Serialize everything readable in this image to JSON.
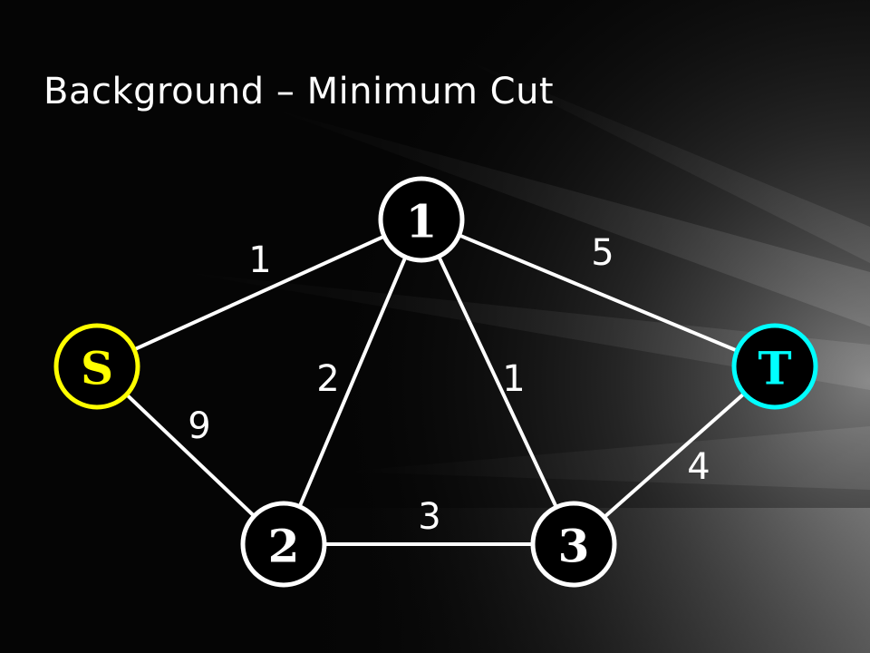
{
  "slide": {
    "title": "Background – Minimum Cut"
  },
  "graph": {
    "nodes": [
      {
        "id": "S",
        "label": "S",
        "text_color": "#ffff00",
        "border_color": "#ffff00"
      },
      {
        "id": "1",
        "label": "1",
        "text_color": "#ffffff",
        "border_color": "#ffffff"
      },
      {
        "id": "2",
        "label": "2",
        "text_color": "#ffffff",
        "border_color": "#ffffff"
      },
      {
        "id": "3",
        "label": "3",
        "text_color": "#ffffff",
        "border_color": "#ffffff"
      },
      {
        "id": "T",
        "label": "T",
        "text_color": "#00ffff",
        "border_color": "#00ffff"
      }
    ],
    "edges": [
      {
        "from": "S",
        "to": "1",
        "weight": "1"
      },
      {
        "from": "S",
        "to": "2",
        "weight": "9"
      },
      {
        "from": "1",
        "to": "2",
        "weight": "2"
      },
      {
        "from": "1",
        "to": "3",
        "weight": "1"
      },
      {
        "from": "1",
        "to": "T",
        "weight": "5"
      },
      {
        "from": "2",
        "to": "3",
        "weight": "3"
      },
      {
        "from": "3",
        "to": "T",
        "weight": "4"
      }
    ]
  }
}
